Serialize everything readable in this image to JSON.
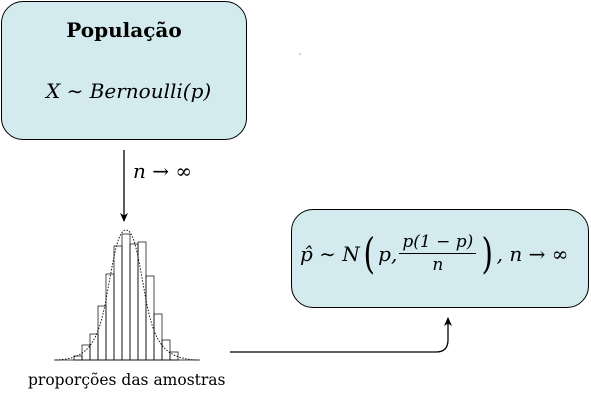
{
  "population_box": {
    "title": "População",
    "distribution": "X ∼ Bernoulli(p)"
  },
  "arrow_label": "n → ∞",
  "histogram": {
    "caption": "proporções das amostras"
  },
  "result_box": {
    "lhs": "p̂ ∼ N",
    "first_arg": "p,",
    "numerator": "p(1 − p)",
    "denominator": "n",
    "tail": ", n → ∞"
  },
  "colors": {
    "box_fill": "#d3ebef",
    "stroke": "#000000"
  }
}
